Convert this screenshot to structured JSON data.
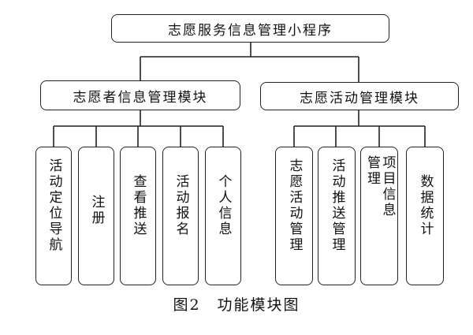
{
  "root": {
    "label": "志愿服务信息管理小程序"
  },
  "modules": [
    {
      "label": "志愿者信息管理模块",
      "items": [
        "活动定位导航",
        "注册",
        "查看推送",
        "活动报名",
        "个人信息"
      ]
    },
    {
      "label": "志愿活动管理模块",
      "items": [
        "志愿活动管理",
        "活动推送管理",
        "项目信息\n管理",
        "数据统计"
      ]
    }
  ],
  "caption": "图2　功能模块图"
}
